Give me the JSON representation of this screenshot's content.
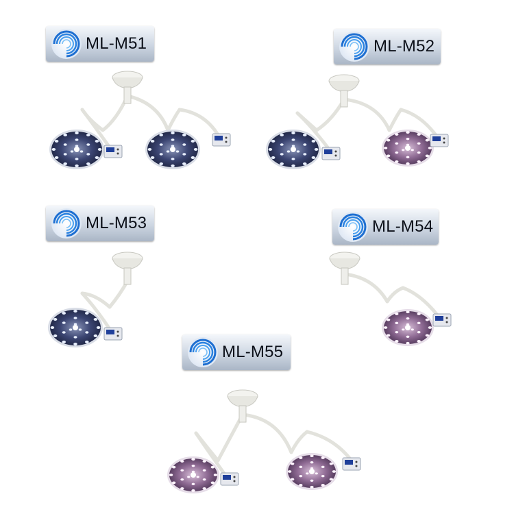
{
  "products": [
    {
      "model": "ML-M51",
      "config": "double",
      "heads": [
        "blue",
        "blue"
      ]
    },
    {
      "model": "ML-M52",
      "config": "double",
      "heads": [
        "blue",
        "purple"
      ]
    },
    {
      "model": "ML-M53",
      "config": "single",
      "heads": [
        "blue"
      ]
    },
    {
      "model": "ML-M54",
      "config": "single",
      "heads": [
        "purple"
      ]
    },
    {
      "model": "ML-M55",
      "config": "double",
      "heads": [
        "purple",
        "purple"
      ]
    }
  ],
  "logo_icon": "swirl-logo-icon",
  "colors": {
    "logo_blue": "#1e6fd1",
    "head_blue": "#3a4670",
    "head_purple": "#8a6a90",
    "label_bg": "#c9d3df"
  }
}
